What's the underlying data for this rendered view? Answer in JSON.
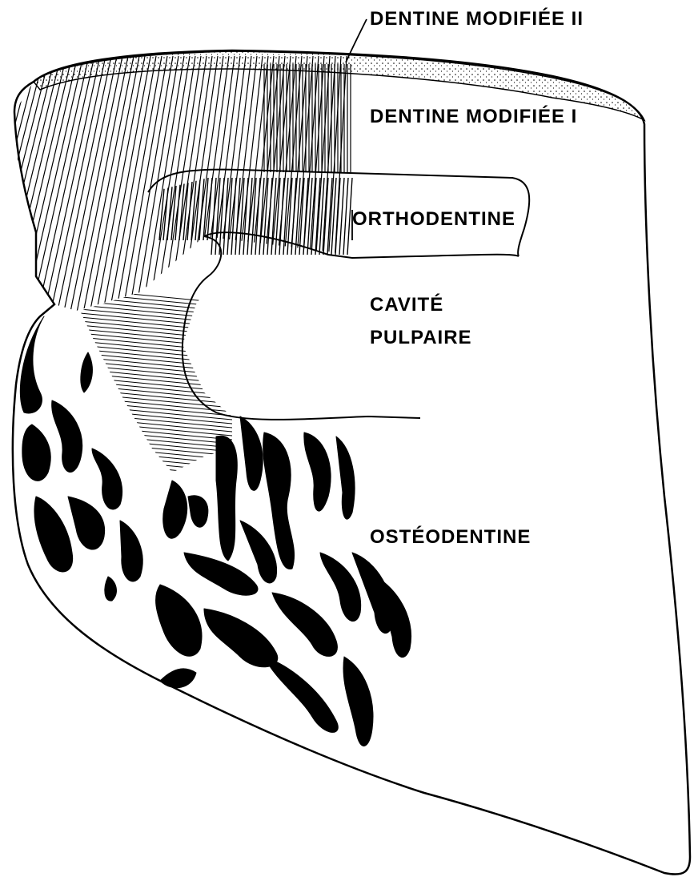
{
  "labels": {
    "dentine_modifiee_2": "DENTINE MODIFIÉE II",
    "dentine_modifiee_1": "DENTINE MODIFIÉE I",
    "orthodentine": "ORTHODENTINE",
    "cavite_pulpaire_line1": "CAVITÉ",
    "cavite_pulpaire_line2": "PULPAIRE",
    "osteodentine": "OSTÉODENTINE"
  },
  "colors": {
    "ink": "#000000",
    "paper": "#ffffff"
  }
}
